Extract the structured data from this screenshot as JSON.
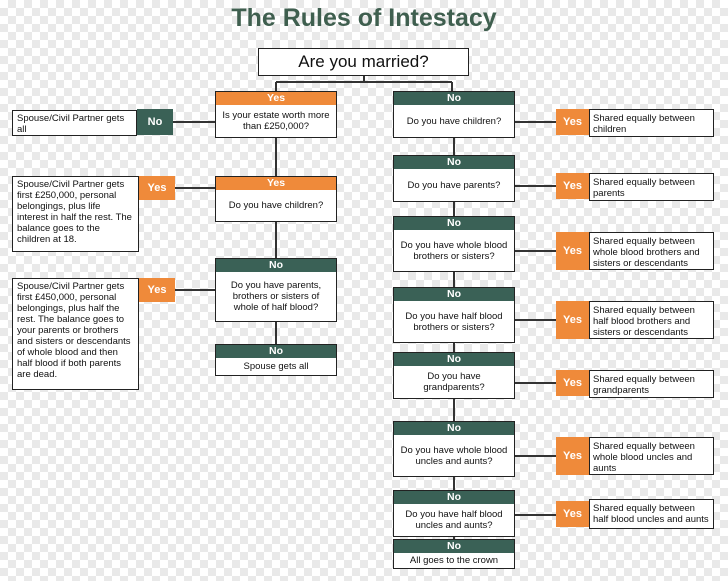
{
  "title": "The Rules of Intestacy",
  "root_question": "Are you married?",
  "colors": {
    "yes": "#ef8a3a",
    "no": "#3a6156",
    "title": "#3f5f4f"
  },
  "left_branch": {
    "estate": {
      "header": "Yes",
      "question": "Is your estate worth more than £250,000?"
    },
    "estate_no": {
      "tag": "No",
      "result": "Spouse/Civil Partner gets all"
    },
    "children": {
      "header": "Yes",
      "question": "Do you have children?"
    },
    "children_yes": {
      "tag": "Yes",
      "result": "Spouse/Civil Partner gets first £250,000, personal belongings, plus life interest in half the rest. The balance goes to the children at 18."
    },
    "parents": {
      "header": "No",
      "question": "Do you have parents, brothers or sisters of whole of half blood?"
    },
    "parents_yes": {
      "tag": "Yes",
      "result": "Spouse/Civil Partner gets first £450,000, personal belongings, plus half the rest. The balance goes to your parents or brothers and sisters or descendants of whole blood and then half blood if both parents are dead."
    },
    "spouse_all": {
      "header": "No",
      "text": "Spouse gets all"
    }
  },
  "right_branch": {
    "children": {
      "header": "No",
      "question": "Do you have children?",
      "tag": "Yes",
      "result": "Shared equally between children"
    },
    "parents": {
      "header": "No",
      "question": "Do you have parents?",
      "tag": "Yes",
      "result": "Shared equally between parents"
    },
    "whole_siblings": {
      "header": "No",
      "question": "Do you have whole blood brothers or sisters?",
      "tag": "Yes",
      "result": "Shared equally between whole blood brothers and sisters or descendants"
    },
    "half_siblings": {
      "header": "No",
      "question": "Do you have half blood brothers or sisters?",
      "tag": "Yes",
      "result": "Shared equally between half blood brothers and sisters or descendants"
    },
    "grandparents": {
      "header": "No",
      "question": "Do you have grandparents?",
      "tag": "Yes",
      "result": "Shared equally between grandparents"
    },
    "whole_uncles": {
      "header": "No",
      "question": "Do you have whole blood uncles and aunts?",
      "tag": "Yes",
      "result": "Shared equally between whole blood uncles and aunts"
    },
    "half_uncles": {
      "header": "No",
      "question": "Do you have half blood uncles and aunts?",
      "tag": "Yes",
      "result": "Shared equally between half blood uncles and aunts"
    },
    "crown": {
      "header": "No",
      "text": "All goes to the crown"
    }
  }
}
